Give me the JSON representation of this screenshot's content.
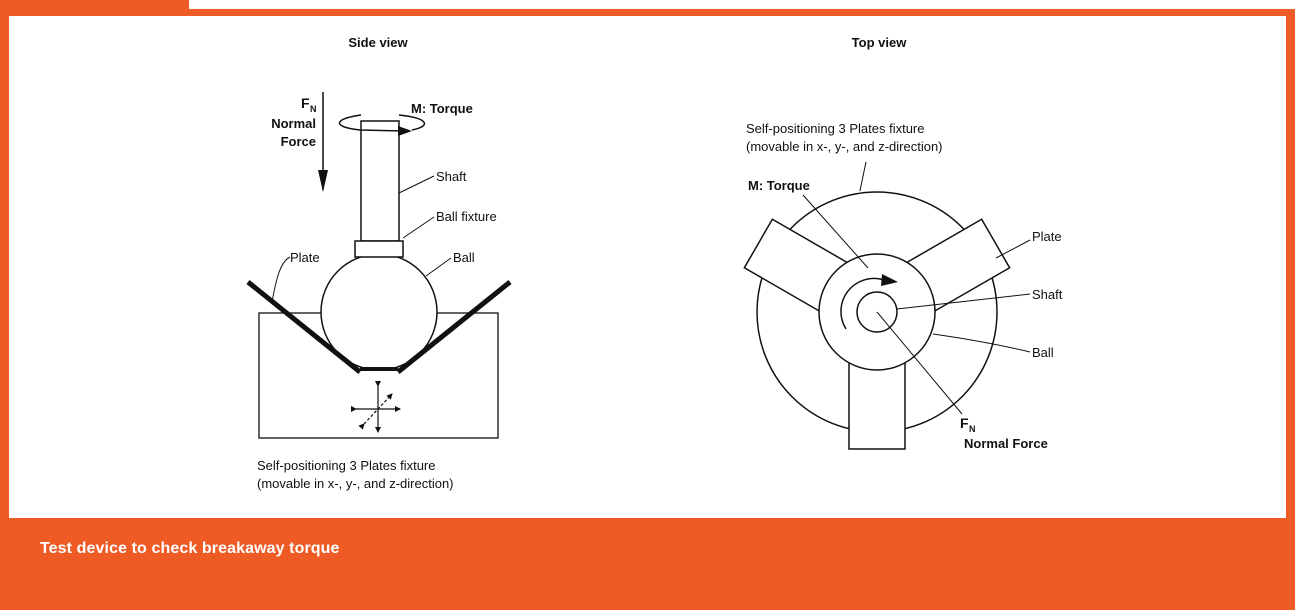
{
  "caption": "Test device to check breakaway torque",
  "colors": {
    "accent": "#ef5b25",
    "background": "#ffffff",
    "ink": "#111111"
  },
  "side_view": {
    "title": "Side view",
    "force_symbol": "F",
    "force_subscript": "N",
    "force_line1": "Normal",
    "force_line2": "Force",
    "torque": "M: Torque",
    "shaft": "Shaft",
    "ball_fixture": "Ball fixture",
    "ball": "Ball",
    "plate": "Plate",
    "fixture_line1": "Self-positioning 3 Plates fixture",
    "fixture_line2": "(movable in x-, y-, and z-direction)"
  },
  "top_view": {
    "title": "Top view",
    "fixture_line1": "Self-positioning 3 Plates fixture",
    "fixture_line2": "(movable in x-, y-, and z-direction)",
    "torque": "M: Torque",
    "plate": "Plate",
    "shaft": "Shaft",
    "ball": "Ball",
    "force_symbol": "F",
    "force_subscript": "N",
    "force_label": "Normal Force"
  }
}
